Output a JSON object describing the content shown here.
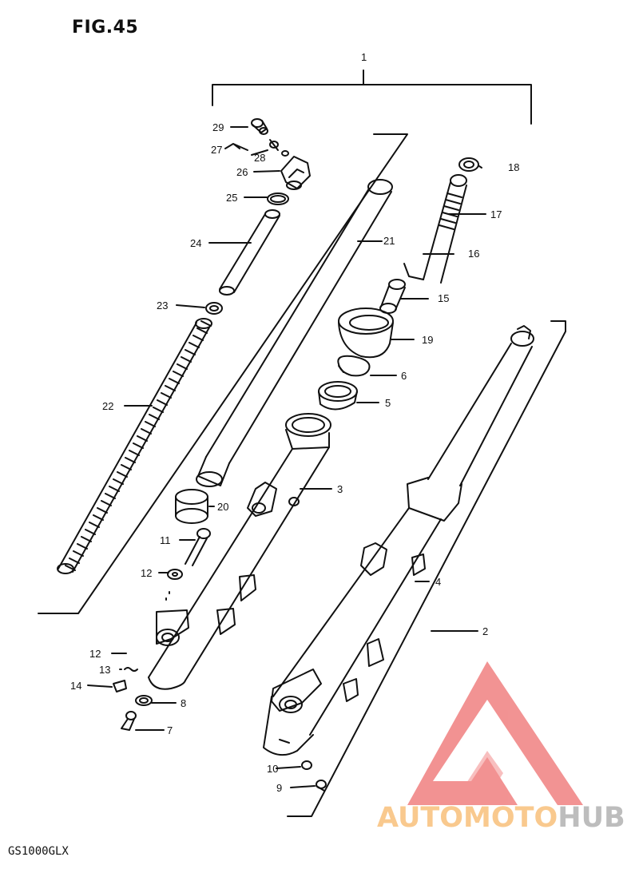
{
  "figure": {
    "title": "FIG.45",
    "model": "GS1000GLX"
  },
  "callouts": [
    {
      "n": "1"
    },
    {
      "n": "29"
    },
    {
      "n": "27"
    },
    {
      "n": "28"
    },
    {
      "n": "26"
    },
    {
      "n": "25"
    },
    {
      "n": "24"
    },
    {
      "n": "21"
    },
    {
      "n": "23"
    },
    {
      "n": "22"
    },
    {
      "n": "20"
    },
    {
      "n": "11"
    },
    {
      "n": "12"
    },
    {
      "n": "12"
    },
    {
      "n": "13"
    },
    {
      "n": "14"
    },
    {
      "n": "8"
    },
    {
      "n": "7"
    },
    {
      "n": "18"
    },
    {
      "n": "17"
    },
    {
      "n": "16"
    },
    {
      "n": "15"
    },
    {
      "n": "19"
    },
    {
      "n": "6"
    },
    {
      "n": "5"
    },
    {
      "n": "3"
    },
    {
      "n": "4"
    },
    {
      "n": "2"
    },
    {
      "n": "10"
    },
    {
      "n": "9"
    }
  ],
  "watermark": {
    "part1": "AUTOMOTO",
    "part2": "HUB",
    "color_primary": "#f08080",
    "color_text1": "#f9c98e",
    "color_text2": "#bdbdbd"
  }
}
